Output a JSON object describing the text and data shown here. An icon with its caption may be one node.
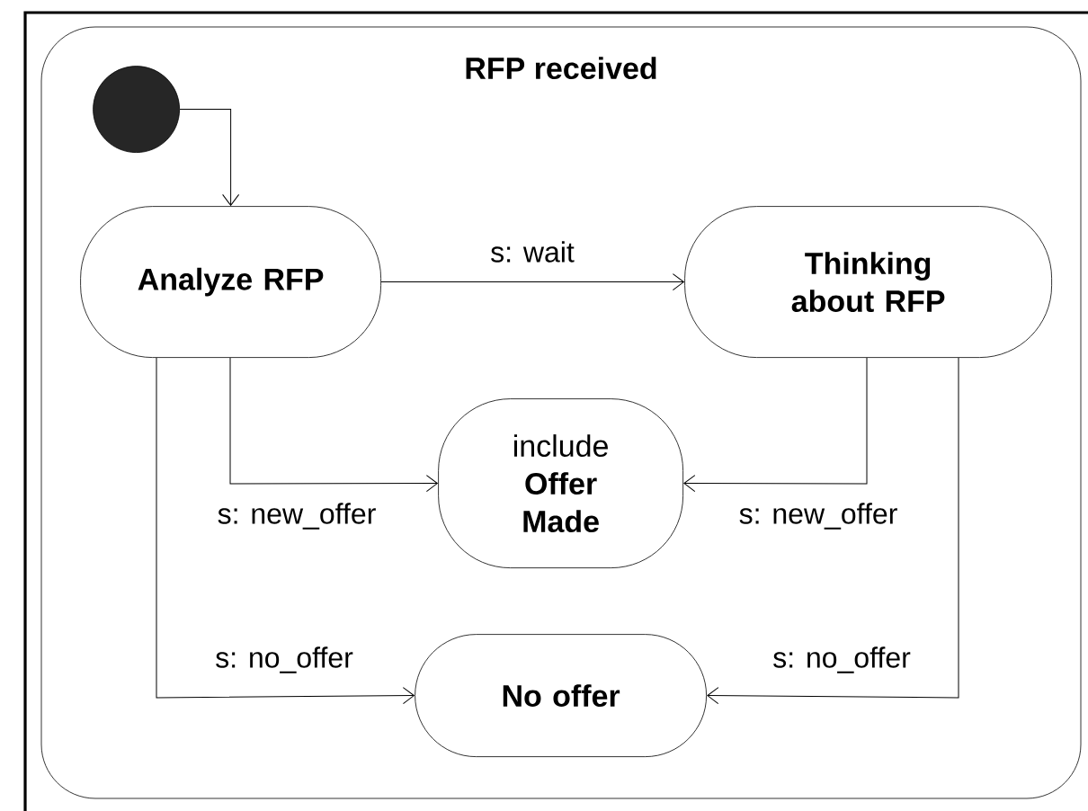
{
  "diagram": {
    "nodes": [
      {
        "text": [
          "RFP received"
        ]
      },
      {
        "text": [],
        "shape": "circle",
        "in": 0
      },
      {
        "text": [
          "Analyze RFP"
        ],
        "in": 0
      },
      {
        "text": [
          "Thinking about RFP"
        ],
        "in": 0
      },
      {
        "text": [
          "include",
          "Offer Made"
        ],
        "in": 0
      },
      {
        "text": [
          "No offer"
        ],
        "in": 0
      }
    ],
    "edges": [
      {
        "from": 1,
        "to": 2,
        "arrow": "to"
      },
      {
        "from": 2,
        "to": 3,
        "arrow": "to",
        "label": "s: wait"
      },
      {
        "from": 2,
        "to": 4,
        "arrow": "to",
        "label": "s: new_offer"
      },
      {
        "from": 3,
        "to": 4,
        "arrow": "to",
        "label": "s: new_offer"
      },
      {
        "from": 2,
        "to": 5,
        "arrow": "to",
        "label": "s: no_offer"
      },
      {
        "from": 3,
        "to": 5,
        "arrow": "to",
        "label": "s: no_offer"
      }
    ]
  }
}
